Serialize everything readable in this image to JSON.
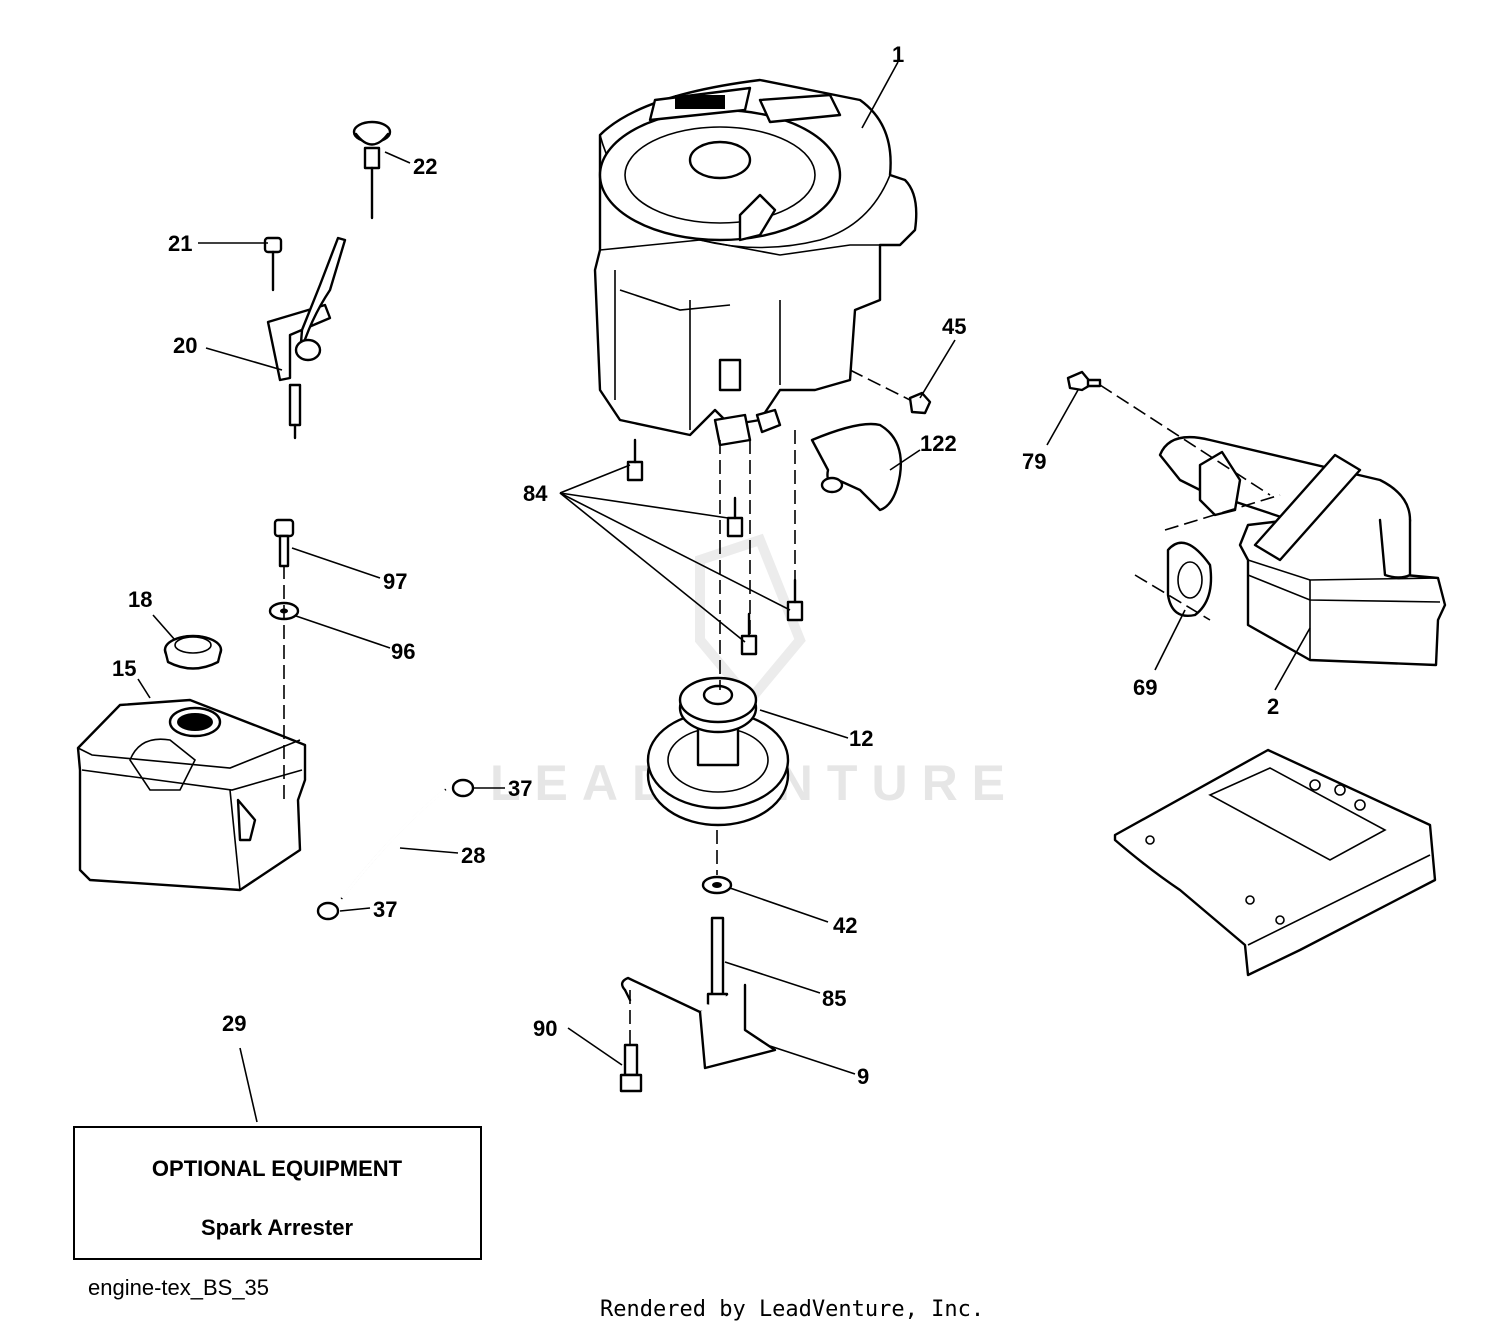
{
  "watermark": "LEADVENTURE",
  "callouts": {
    "c1": "1",
    "c2": "2",
    "c9": "9",
    "c12": "12",
    "c15": "15",
    "c18": "18",
    "c20": "20",
    "c21": "21",
    "c22": "22",
    "c28": "28",
    "c29": "29",
    "c37a": "37",
    "c37b": "37",
    "c42": "42",
    "c45": "45",
    "c69": "69",
    "c79": "79",
    "c84": "84",
    "c85": "85",
    "c90": "90",
    "c96": "96",
    "c97": "97",
    "c122": "122"
  },
  "optional_box": {
    "heading": "OPTIONAL EQUIPMENT",
    "item": "Spark Arrester"
  },
  "diagram_ref": "engine-tex_BS_35",
  "render_credit": "Rendered by LeadVenture, Inc."
}
